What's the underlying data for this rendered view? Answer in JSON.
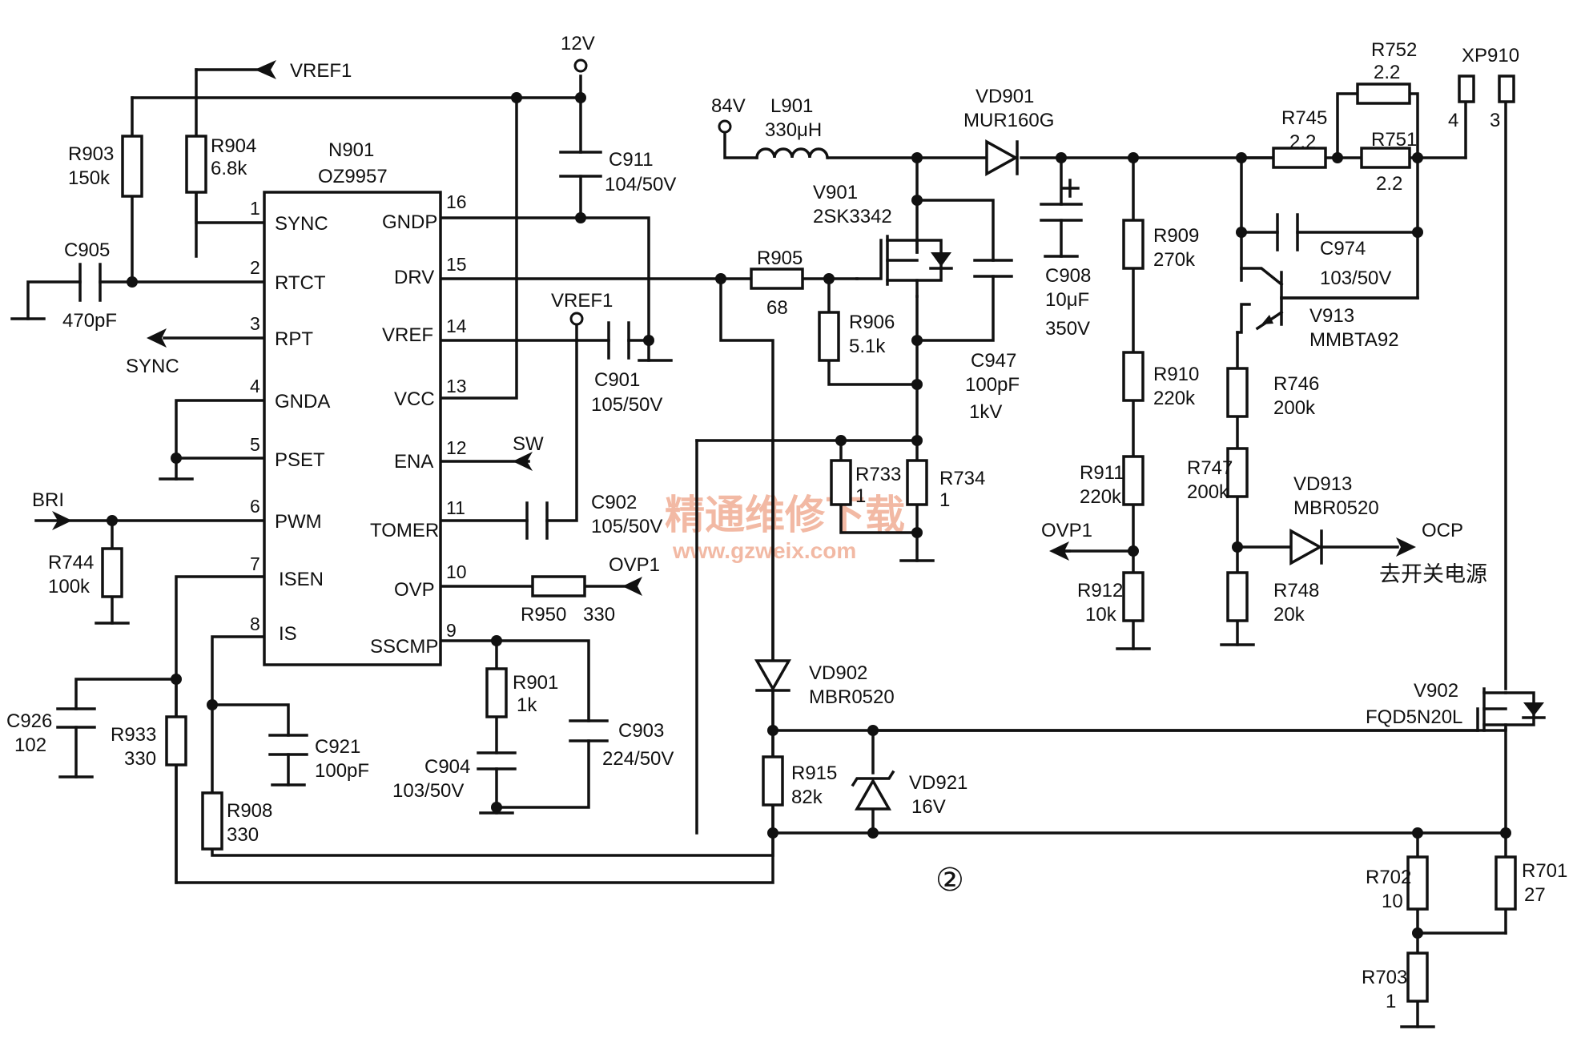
{
  "ic": {
    "ref": "N901",
    "part": "OZ9957"
  },
  "ic_pins": [
    {
      "num": "1",
      "name": "SYNC"
    },
    {
      "num": "2",
      "name": "RTCT"
    },
    {
      "num": "3",
      "name": "RPT"
    },
    {
      "num": "4",
      "name": "GNDA"
    },
    {
      "num": "5",
      "name": "PSET"
    },
    {
      "num": "6",
      "name": "PWM"
    },
    {
      "num": "7",
      "name": "ISEN"
    },
    {
      "num": "8",
      "name": "IS"
    },
    {
      "num": "16",
      "name": "GNDP"
    },
    {
      "num": "15",
      "name": "DRV"
    },
    {
      "num": "14",
      "name": "VREF"
    },
    {
      "num": "13",
      "name": "VCC"
    },
    {
      "num": "12",
      "name": "ENA"
    },
    {
      "num": "11",
      "name": "TOMER"
    },
    {
      "num": "10",
      "name": "OVP"
    },
    {
      "num": "9",
      "name": "SSCMP"
    }
  ],
  "nets": {
    "vref1_top": "VREF1",
    "v12": "12V",
    "v84": "84V",
    "sync": "SYNC",
    "bri": "BRI",
    "vref1_mid": "VREF1",
    "sw": "SW",
    "ovp1_in": "OVP1",
    "ovp1_out": "OVP1",
    "ocp": "OCP",
    "xp910": "XP910",
    "xp_pin4": "4",
    "xp_pin3": "3",
    "to_psu": "去开关电源",
    "circle": "②"
  },
  "components": {
    "R903": {
      "ref": "R903",
      "val": "150k"
    },
    "R904": {
      "ref": "R904",
      "val": "6.8k"
    },
    "C905": {
      "ref": "C905",
      "val": "470pF"
    },
    "C911": {
      "ref": "C911",
      "val": "104/50V"
    },
    "R744": {
      "ref": "R744",
      "val": "100k"
    },
    "C901": {
      "ref": "C901",
      "val": "105/50V"
    },
    "C902": {
      "ref": "C902",
      "val": "105/50V"
    },
    "R950": {
      "ref": "R950",
      "val": "330"
    },
    "R901": {
      "ref": "R901",
      "val": "1k"
    },
    "C904": {
      "ref": "C904",
      "val": "103/50V"
    },
    "C903": {
      "ref": "C903",
      "val": "224/50V"
    },
    "C926": {
      "ref": "C926",
      "val": "102"
    },
    "R933": {
      "ref": "R933",
      "val": "330"
    },
    "C921": {
      "ref": "C921",
      "val": "100pF"
    },
    "R908": {
      "ref": "R908",
      "val": "330"
    },
    "L901": {
      "ref": "L901",
      "val": "330μH"
    },
    "VD901": {
      "ref": "VD901",
      "val": "MUR160G"
    },
    "V901": {
      "ref": "V901",
      "val": "2SK3342"
    },
    "R905": {
      "ref": "R905",
      "val": "68"
    },
    "R906": {
      "ref": "R906",
      "val": "5.1k"
    },
    "C947": {
      "ref": "C947",
      "val": "100pF",
      "val2": "1kV"
    },
    "C908": {
      "ref": "C908",
      "val": "10μF",
      "val2": "350V"
    },
    "R733": {
      "ref": "R733",
      "val": "1"
    },
    "R734": {
      "ref": "R734",
      "val": "1"
    },
    "VD902": {
      "ref": "VD902",
      "val": "MBR0520"
    },
    "R915": {
      "ref": "R915",
      "val": "82k"
    },
    "VD921": {
      "ref": "VD921",
      "val": "16V"
    },
    "R909": {
      "ref": "R909",
      "val": "270k"
    },
    "R910": {
      "ref": "R910",
      "val": "220k"
    },
    "R911": {
      "ref": "R911",
      "val": "220k"
    },
    "R912": {
      "ref": "R912",
      "val": "10k"
    },
    "R745": {
      "ref": "R745",
      "val": "2.2"
    },
    "R752": {
      "ref": "R752",
      "val": "2.2"
    },
    "R751": {
      "ref": "R751",
      "val": "2.2"
    },
    "C974": {
      "ref": "C974",
      "val": "103/50V"
    },
    "V913": {
      "ref": "V913",
      "val": "MMBTA92"
    },
    "R746": {
      "ref": "R746",
      "val": "200k"
    },
    "R747": {
      "ref": "R747",
      "val": "200k"
    },
    "VD913": {
      "ref": "VD913",
      "val": "MBR0520"
    },
    "R748": {
      "ref": "R748",
      "val": "20k"
    },
    "V902": {
      "ref": "V902",
      "val": "FQD5N20L"
    },
    "R702": {
      "ref": "R702",
      "val": "10"
    },
    "R701": {
      "ref": "R701",
      "val": "27"
    },
    "R703": {
      "ref": "R703",
      "val": "1"
    }
  },
  "watermark": {
    "cn": "精通维修下载",
    "url": "www.gzweix.com"
  }
}
